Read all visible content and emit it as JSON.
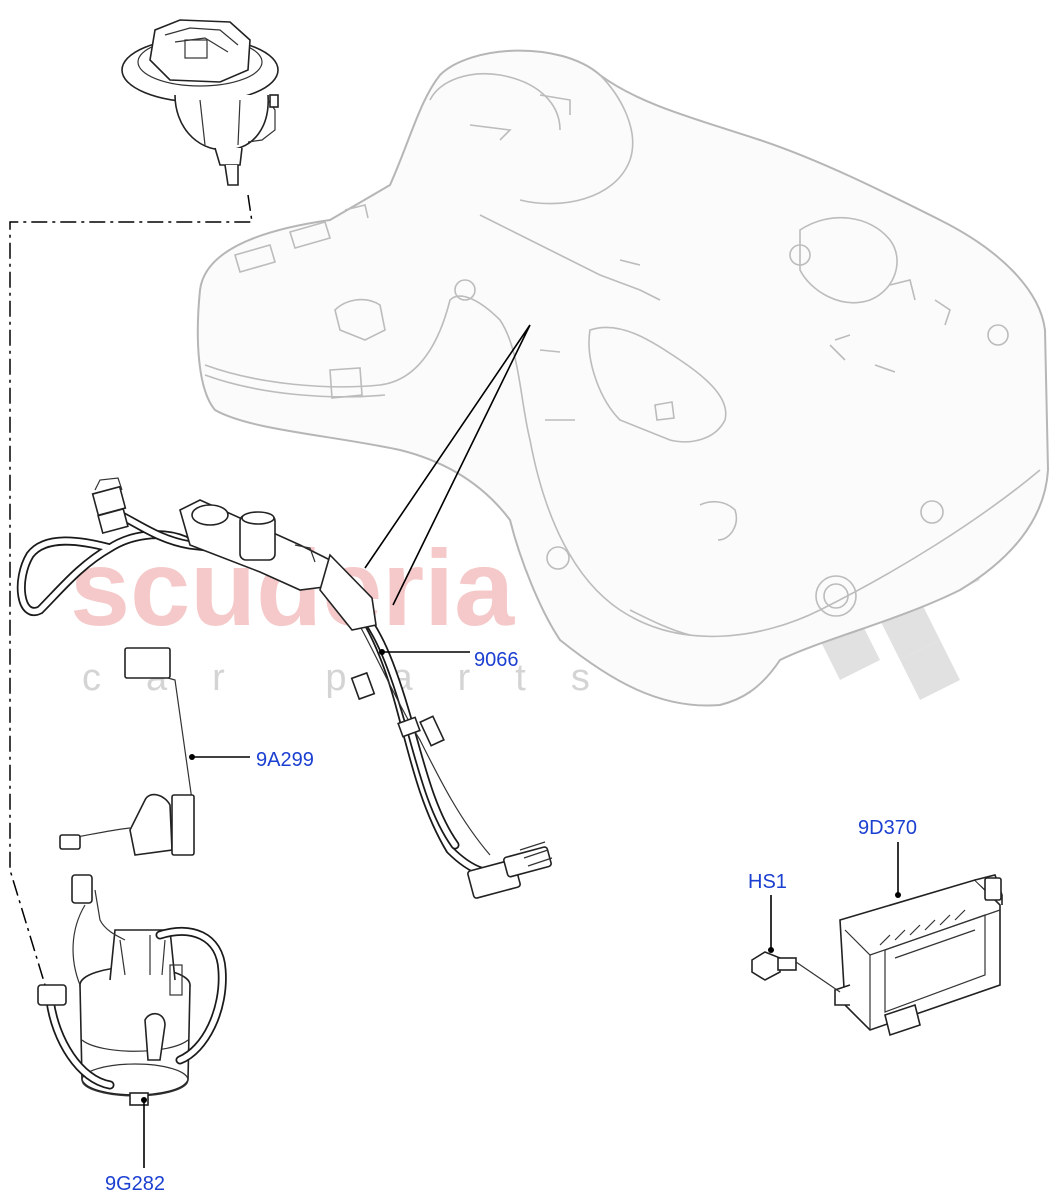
{
  "watermark": {
    "brand": "scuderia",
    "tagline": "car parts"
  },
  "labels": {
    "fuel_lines": "9066",
    "sender_unit": "9A299",
    "pump_module_control": "9D370",
    "screw": "HS1",
    "fuel_pump_assembly": "9G282"
  },
  "colors": {
    "label_text": "#1b3fd1",
    "watermark_red": "#f2b8b8",
    "tank_outline": "#b6b6b6",
    "part_outline": "#222222"
  }
}
